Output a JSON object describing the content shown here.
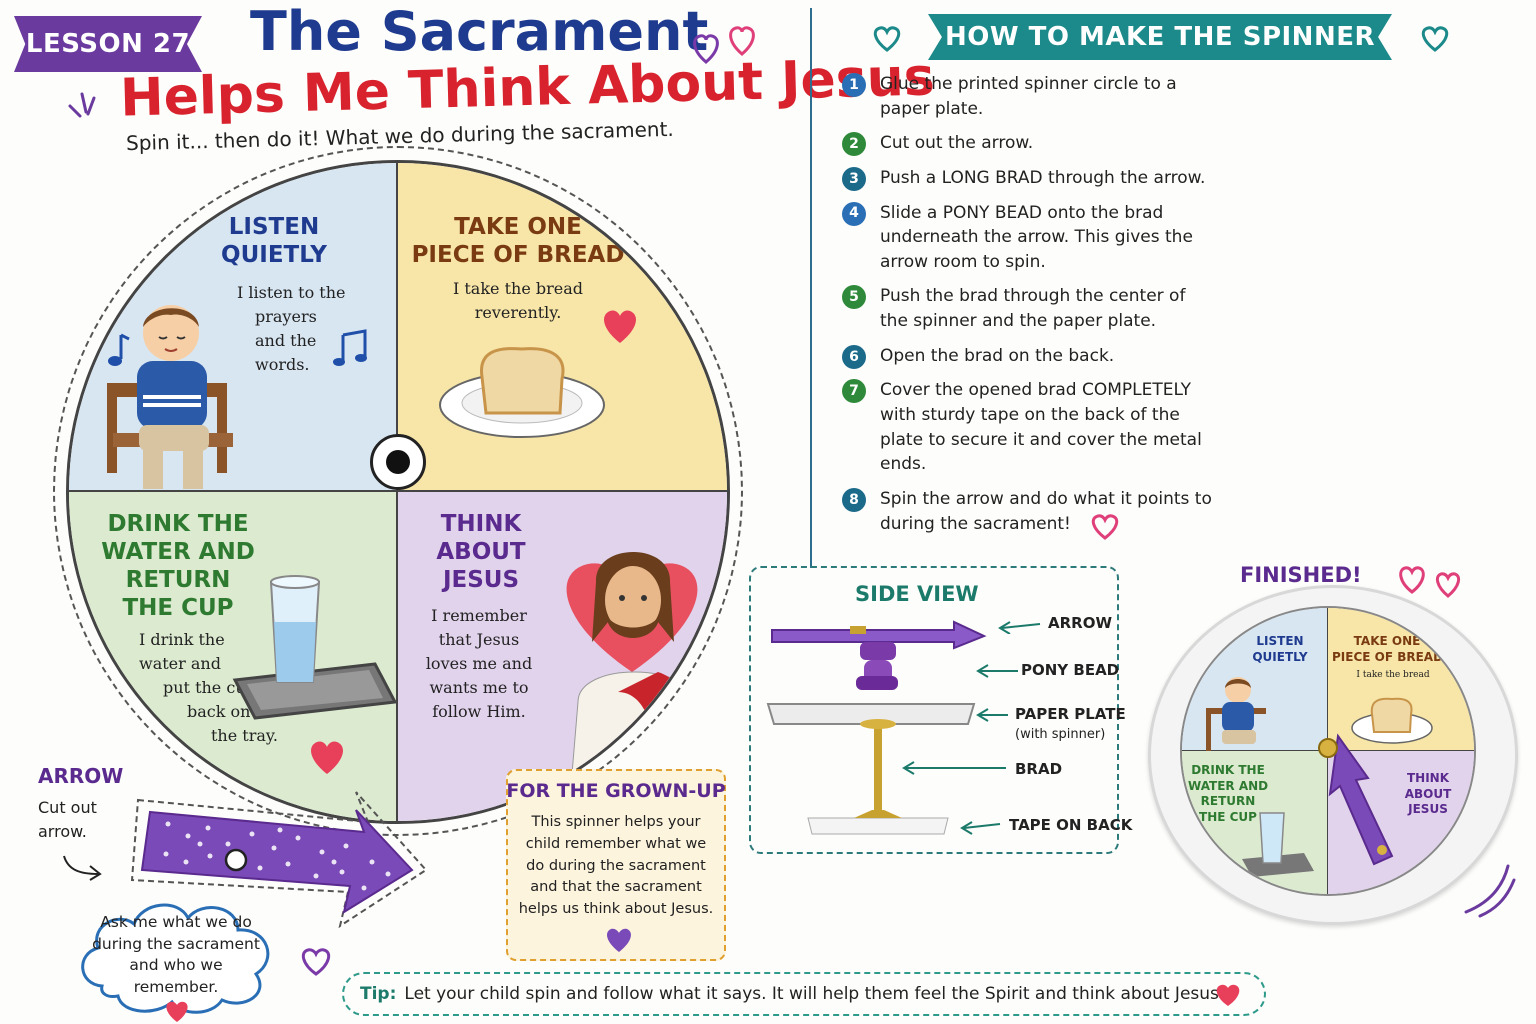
{
  "header": {
    "lesson": "LESSON 27",
    "title_line1": "The Sacrament",
    "title_line2": "Helps  Me Think About Jesus",
    "subtitle": "Spin it... then do it! What we do during the sacrament."
  },
  "wheel": {
    "q1": {
      "title_l1": "LISTEN",
      "title_l2": "QUIETLY",
      "text": [
        "I listen to the",
        "prayers",
        "and the",
        "words."
      ]
    },
    "q2": {
      "title_l1": "TAKE ONE",
      "title_l2": "PIECE OF BREAD",
      "text": [
        "I take the bread",
        "reverently."
      ]
    },
    "q3": {
      "title_l1": "DRINK THE",
      "title_l2": "WATER AND",
      "title_l3": "RETURN",
      "title_l4": "THE CUP",
      "text": [
        "I drink the",
        "water and",
        "put the cup",
        "back on",
        "the tray."
      ]
    },
    "q4": {
      "title_l1": "THINK",
      "title_l2": "ABOUT",
      "title_l3": "JESUS",
      "text": [
        "I remember",
        "that Jesus",
        "loves me and",
        "wants me to",
        "follow Him."
      ]
    }
  },
  "howto": {
    "title": "HOW TO MAKE THE SPINNER",
    "steps": [
      {
        "n": "1",
        "text": "Glue the printed spinner circle to a paper plate."
      },
      {
        "n": "2",
        "text": "Cut out the arrow."
      },
      {
        "n": "3",
        "text": "Push a LONG BRAD through the arrow."
      },
      {
        "n": "4",
        "text": "Slide a PONY BEAD onto the brad underneath the arrow. This gives the arrow room to spin."
      },
      {
        "n": "5",
        "text": "Push the brad through the center of the spinner and the paper plate."
      },
      {
        "n": "6",
        "text": "Open the brad on the back."
      },
      {
        "n": "7",
        "text": "Cover the opened brad COMPLETELY with sturdy tape on the back of the plate to secure it and cover the metal ends."
      },
      {
        "n": "8",
        "text": "Spin the arrow and do what it points to during the sacrament!"
      }
    ]
  },
  "sideview": {
    "title": "SIDE VIEW",
    "arrow": "ARROW",
    "pony_bead": "PONY BEAD",
    "paper_plate": "PAPER PLATE",
    "with_spinner": "(with spinner)",
    "brad": "BRAD",
    "tape": "TAPE ON BACK"
  },
  "finished": {
    "label": "FINISHED!",
    "q1": "LISTEN\nQUIETLY",
    "q2": "TAKE ONE\nPIECE OF BREAD",
    "q2_text": "I take the bread",
    "q3": "DRINK THE\nWATER AND\nRETURN\nTHE CUP",
    "q4": "THINK\nABOUT\nJESUS"
  },
  "arrow_section": {
    "label": "ARROW",
    "text": "Cut out arrow."
  },
  "cloud": {
    "text": "Ask me what we do during the sacrament and who we remember."
  },
  "grownup": {
    "title": "FOR THE GROWN-UP",
    "text": "This spinner helps your child remember what we do during the sacrament and that the sacrament helps us think about Jesus."
  },
  "tip": {
    "label": "Tip:",
    "text": "Let your child spin and follow what it says. It will help them feel the Spirit and think about Jesus."
  },
  "colors": {
    "blue": "#1f3b8f",
    "red": "#d8232e",
    "purple": "#6a3a9e",
    "teal": "#1c8a8a",
    "step_blue": "#2a6fb5",
    "step_green": "#2e8a3a"
  }
}
